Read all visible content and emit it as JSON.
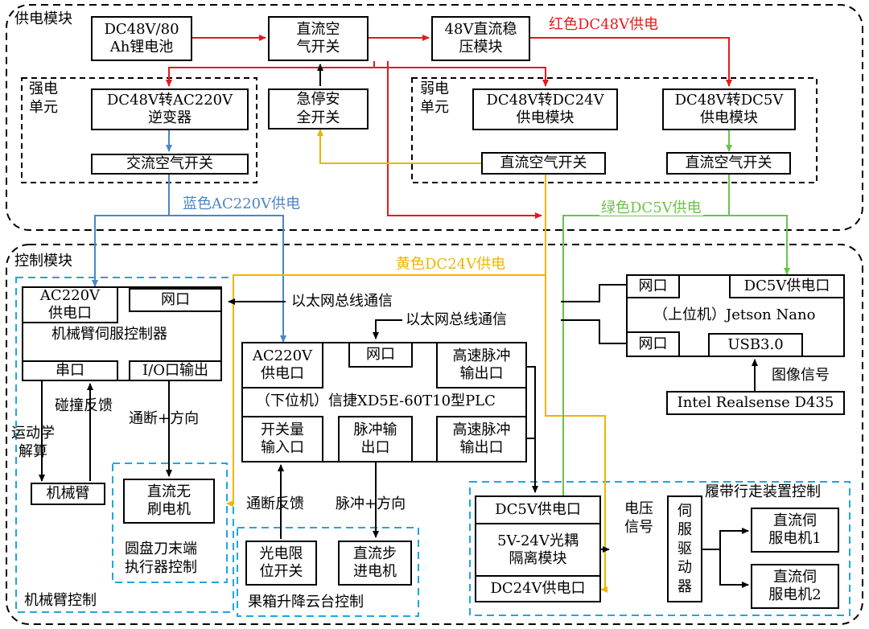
{
  "modules": {
    "power": "供电模块",
    "control": "控制模块",
    "strong_unit": [
      "强电",
      "单元"
    ],
    "weak_unit": [
      "弱电",
      "单元"
    ]
  },
  "power_blocks": {
    "battery": [
      "DC48V/80",
      "Ah锂电池"
    ],
    "dc_breaker": [
      "直流空",
      "气开关"
    ],
    "regulator": [
      "48V直流稳",
      "压模块"
    ],
    "inverter": [
      "DC48V转AC220V",
      "逆变器"
    ],
    "ac_breaker": "交流空气开关",
    "estop": [
      "急停安",
      "全开关"
    ],
    "dc24_module": [
      "DC48V转DC24V",
      "供电模块"
    ],
    "dc24_breaker": "直流空气开关",
    "dc5_module": [
      "DC48V转DC5V",
      "供电模块"
    ],
    "dc5_breaker": "直流空气开关"
  },
  "supply_labels": {
    "red": "红色DC48V供电",
    "blue": "蓝色AC220V供电",
    "green": "绿色DC5V供电",
    "yellow": "黄色DC24V供电"
  },
  "arm_controller": {
    "power_port": [
      "AC220V",
      "供电口"
    ],
    "net_port": "网口",
    "title": "机械臂伺服控制器",
    "serial": "串口",
    "io_out": "I/O口输出"
  },
  "plc": {
    "power_port": [
      "AC220V",
      "供电口"
    ],
    "net_port": "网口",
    "pulse_high_1": [
      "高速脉冲",
      "输出口"
    ],
    "title": "（下位机）信捷XD5E-60T10型PLC",
    "switch_in": [
      "开关量",
      "输入口"
    ],
    "pulse_out": [
      "脉冲输",
      "出口"
    ],
    "pulse_high_2": [
      "高速脉冲",
      "输出口"
    ]
  },
  "jetson": {
    "net_port_1": "网口",
    "power_port": "DC5V供电口",
    "title": "（上位机）Jetson Nano",
    "net_port_2": "网口",
    "usb": "USB3.0"
  },
  "camera": "Intel Realsense D435",
  "image_signal": "图像信号",
  "ethernet_1": "以太网总线通信",
  "ethernet_2": "以太网总线通信",
  "arm_section": {
    "collision": "碰撞反馈",
    "kinematics": [
      "运动学",
      "解算"
    ],
    "onoff_dir": "通断+方向",
    "arm": "机械臂",
    "bldc": [
      "直流无",
      "刷电机"
    ],
    "end_effector": [
      "圆盘刀末端",
      "执行器控制"
    ],
    "section_title": "机械臂控制"
  },
  "gimbal_section": {
    "onoff_feedback": "通断反馈",
    "pulse_dir": "脉冲+方向",
    "limit_switch": [
      "光电限",
      "位开关"
    ],
    "stepper": [
      "直流步",
      "进电机"
    ],
    "section_title": "果箱升降云台控制"
  },
  "track_section": {
    "title": "履带行走装置控制",
    "dc5_port": "DC5V供电口",
    "isolator": [
      "5V-24V光耦",
      "隔离模块"
    ],
    "dc24_port": "DC24V供电口",
    "voltage_signal": [
      "电压",
      "信号"
    ],
    "servo_driver": [
      "伺",
      "服",
      "驱",
      "动",
      "器"
    ],
    "servo1": [
      "直流伺",
      "服电机1"
    ],
    "servo2": [
      "直流伺",
      "服电机2"
    ]
  },
  "colors": {
    "red": "#e5191c",
    "blue": "#4a86c8",
    "green": "#6cc24a",
    "yellow": "#f0b400",
    "cyan": "#1ea6e0"
  }
}
